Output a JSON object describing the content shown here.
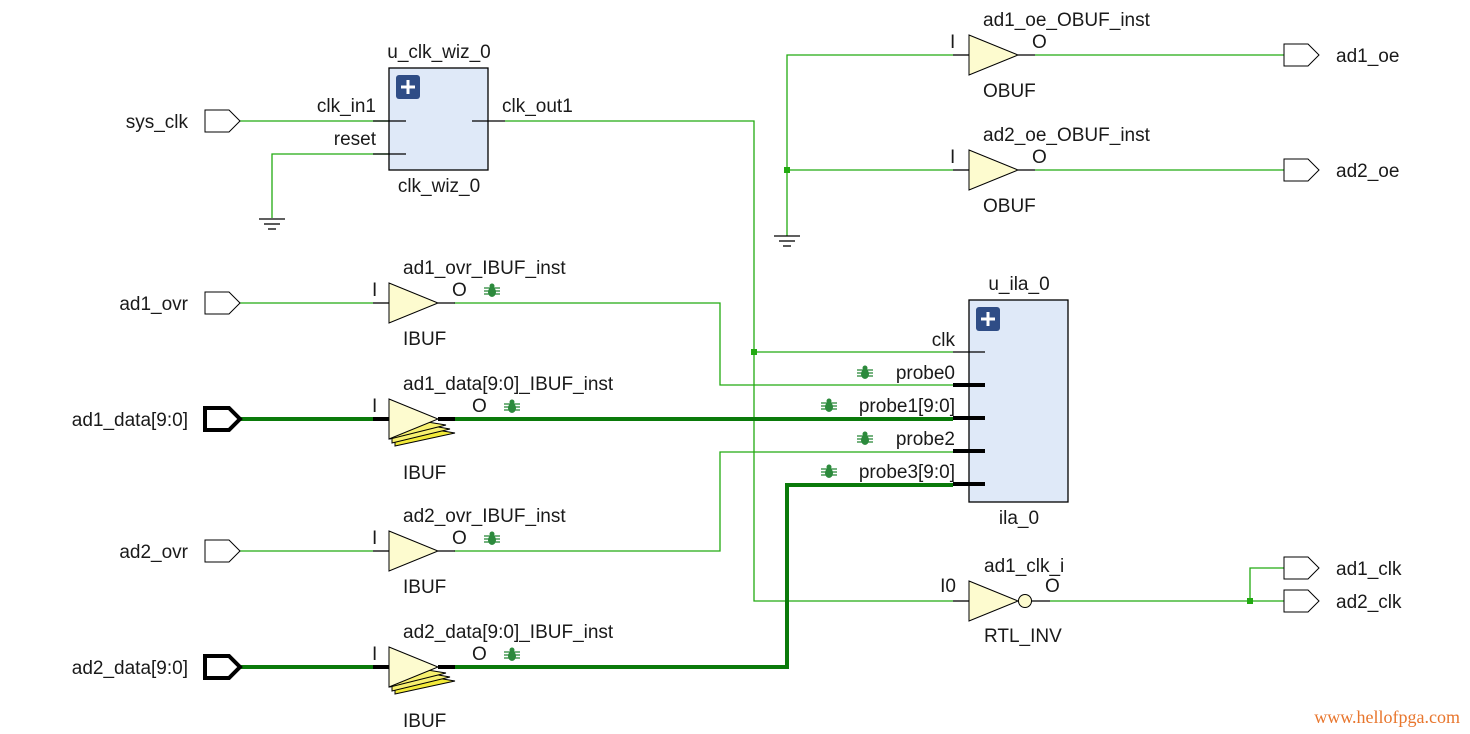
{
  "input_ports": [
    {
      "id": "sys_clk",
      "label": "sys_clk",
      "bus": false
    },
    {
      "id": "ad1_ovr",
      "label": "ad1_ovr",
      "bus": false
    },
    {
      "id": "ad1_data",
      "label": "ad1_data[9:0]",
      "bus": true
    },
    {
      "id": "ad2_ovr",
      "label": "ad2_ovr",
      "bus": false
    },
    {
      "id": "ad2_data",
      "label": "ad2_data[9:0]",
      "bus": true
    }
  ],
  "output_ports": [
    {
      "id": "ad1_oe",
      "label": "ad1_oe"
    },
    {
      "id": "ad2_oe",
      "label": "ad2_oe"
    },
    {
      "id": "ad1_clk",
      "label": "ad1_clk"
    },
    {
      "id": "ad2_clk",
      "label": "ad2_clk"
    }
  ],
  "clk_wiz": {
    "instance": "u_clk_wiz_0",
    "cell": "clk_wiz_0",
    "pins_in": [
      "clk_in1",
      "reset"
    ],
    "pins_out": [
      "clk_out1"
    ]
  },
  "ila": {
    "instance": "u_ila_0",
    "cell": "ila_0",
    "pins": [
      {
        "label": "clk",
        "bus": false,
        "debug": false
      },
      {
        "label": "probe0",
        "bus": true,
        "debug": true
      },
      {
        "label": "probe1[9:0]",
        "bus": true,
        "debug": true
      },
      {
        "label": "probe2",
        "bus": true,
        "debug": true
      },
      {
        "label": "probe3[9:0]",
        "bus": true,
        "debug": true
      }
    ]
  },
  "ibufs": [
    {
      "instance": "ad1_ovr_IBUF_inst",
      "cell": "IBUF",
      "pin_in": "I",
      "pin_out": "O",
      "bus": false,
      "debug": true
    },
    {
      "instance": "ad1_data[9:0]_IBUF_inst",
      "cell": "IBUF",
      "pin_in": "I",
      "pin_out": "O",
      "bus": true,
      "debug": true
    },
    {
      "instance": "ad2_ovr_IBUF_inst",
      "cell": "IBUF",
      "pin_in": "I",
      "pin_out": "O",
      "bus": false,
      "debug": true
    },
    {
      "instance": "ad2_data[9:0]_IBUF_inst",
      "cell": "IBUF",
      "pin_in": "I",
      "pin_out": "O",
      "bus": true,
      "debug": true
    }
  ],
  "obufs": [
    {
      "instance": "ad1_oe_OBUF_inst",
      "cell": "OBUF",
      "pin_in": "I",
      "pin_out": "O"
    },
    {
      "instance": "ad2_oe_OBUF_inst",
      "cell": "OBUF",
      "pin_in": "I",
      "pin_out": "O"
    }
  ],
  "inverter": {
    "instance": "ad1_clk_i",
    "cell": "RTL_INV",
    "pin_in": "I0",
    "pin_out": "O"
  },
  "watermark": "www.hellofpga.com",
  "colors": {
    "wire": "#22aa11",
    "bus": "#0a7a0a",
    "block_fill": "#dfe9f8",
    "buffer_fill": "#fdfbcf",
    "watermark": "#e8762d"
  }
}
